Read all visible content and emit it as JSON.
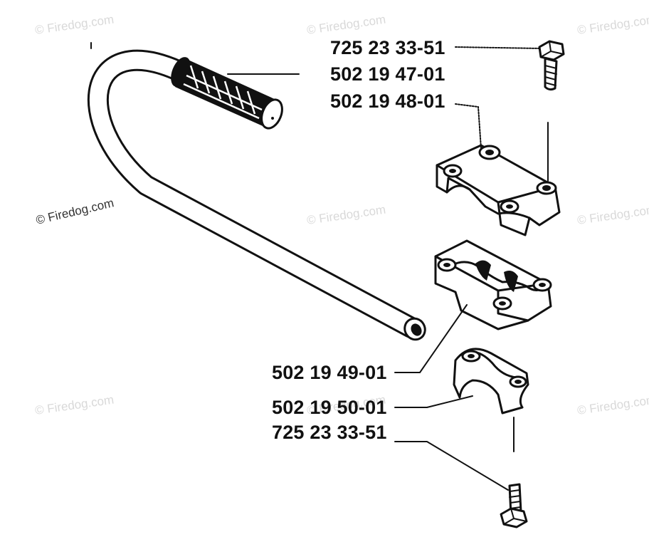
{
  "watermark": {
    "text": "© Firedog.com"
  },
  "parts": {
    "upper": [
      {
        "number": "725 23 33-51"
      },
      {
        "number": "502 19 47-01"
      },
      {
        "number": "502 19 48-01"
      }
    ],
    "lower": [
      {
        "number": "502 19 49-01"
      },
      {
        "number": "502 19 50-01"
      },
      {
        "number": "725 23 33-51"
      }
    ]
  },
  "colors": {
    "ink": "#111111",
    "watermark": "#d9d9d9",
    "background": "#ffffff"
  }
}
